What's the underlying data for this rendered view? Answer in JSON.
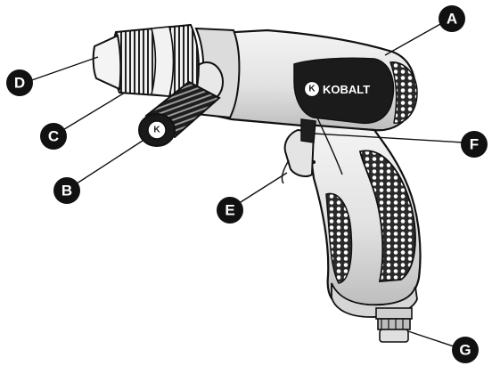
{
  "brand": {
    "name": "KOBALT",
    "monogram": "K"
  },
  "callouts": {
    "a": "A",
    "b": "B",
    "c": "C",
    "d": "D",
    "e": "E",
    "f": "F",
    "g": "G"
  },
  "colors": {
    "ink": "#111111",
    "body_light": "#e9e9e9",
    "body_mid": "#c9c9c9",
    "grip_dark": "#2a2a2a",
    "callout_fill": "#111111",
    "background": "#ffffff"
  }
}
